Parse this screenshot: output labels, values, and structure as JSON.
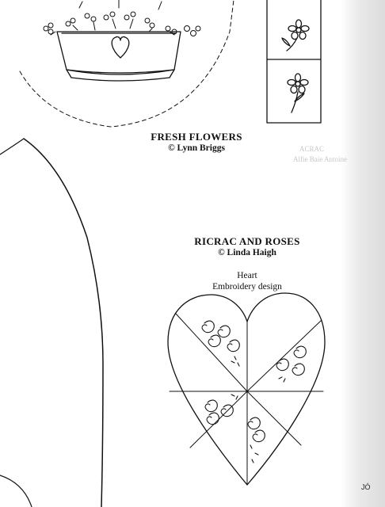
{
  "sections": {
    "fresh_flowers": {
      "title": "FRESH FLOWERS",
      "byline": "© Lynn Briggs"
    },
    "ricrac_roses": {
      "title": "RICRAC AND ROSES",
      "byline": "© Linda Haigh",
      "caption_line1": "Heart",
      "caption_line2": "Embroidery design"
    }
  },
  "corner_mark": "JÓ",
  "ghost_text": {
    "line1": "ACRAC",
    "line2": "Alfie Baie Antoine"
  },
  "colors": {
    "ink": "#111111",
    "paper": "#ffffff",
    "fold_shade": "#dcdcdc"
  }
}
